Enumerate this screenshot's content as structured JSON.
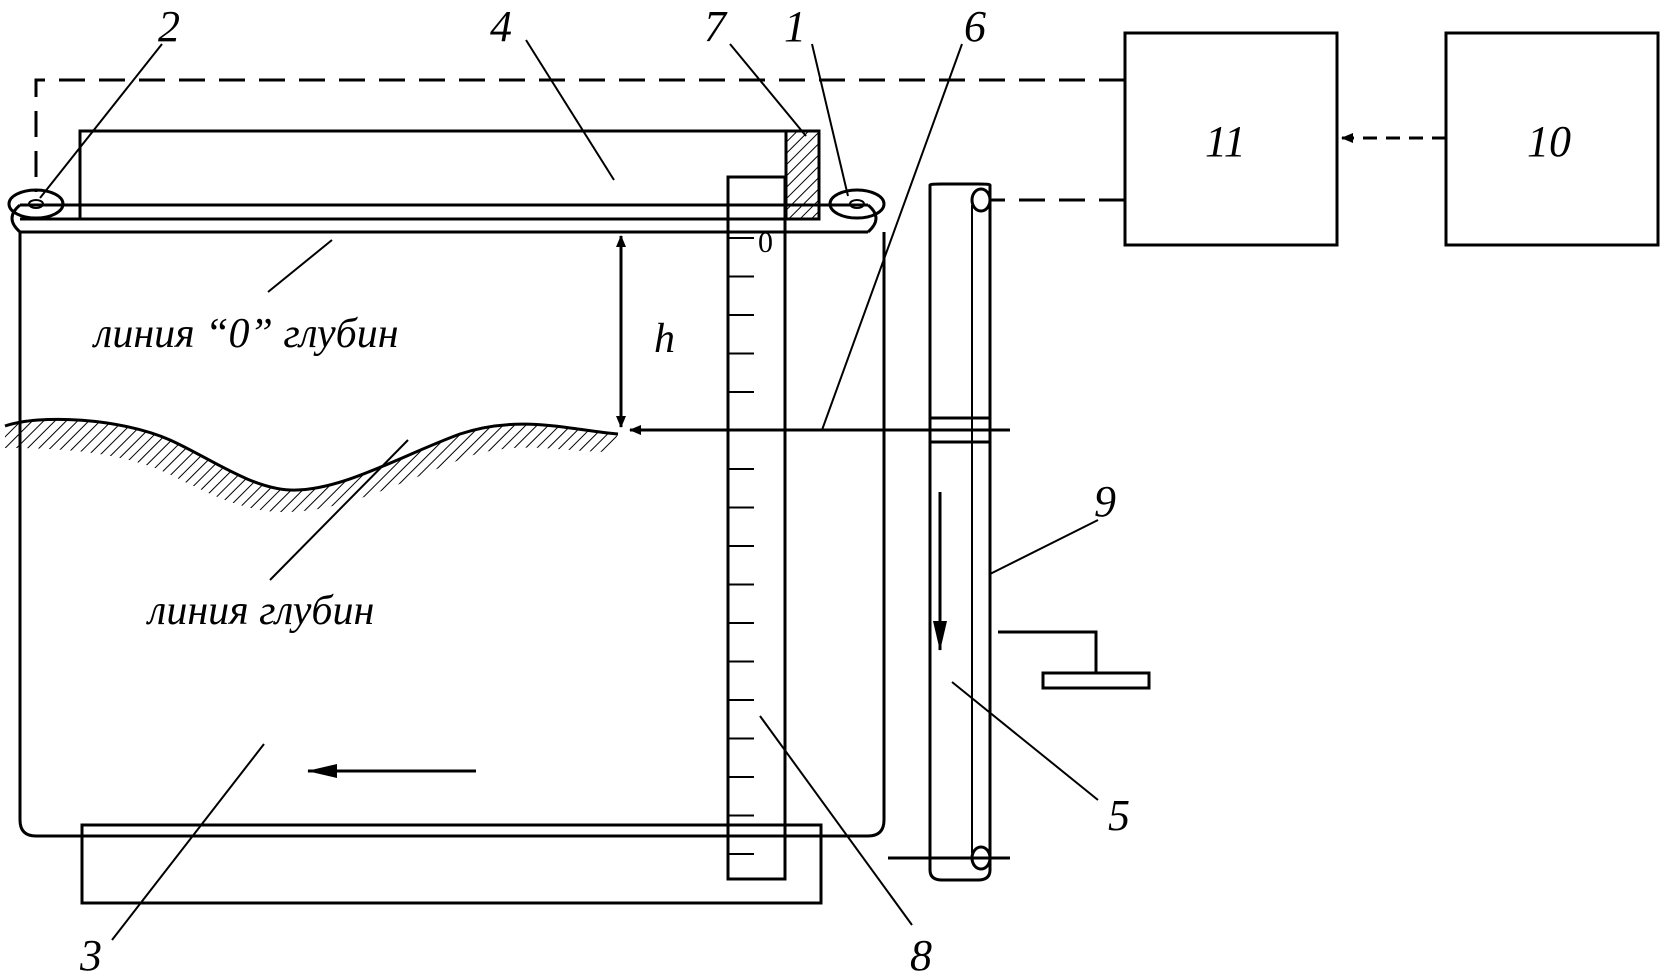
{
  "labels": {
    "zero_line": "линия “0” глубин",
    "depth_line": "линия глубин",
    "h": "h",
    "scale_zero": "0"
  },
  "callouts": {
    "n1": "1",
    "n2": "2",
    "n3": "3",
    "n4": "4",
    "n5": "5",
    "n6": "6",
    "n7": "7",
    "n8": "8",
    "n9": "9",
    "n10": "10",
    "n11": "11"
  }
}
